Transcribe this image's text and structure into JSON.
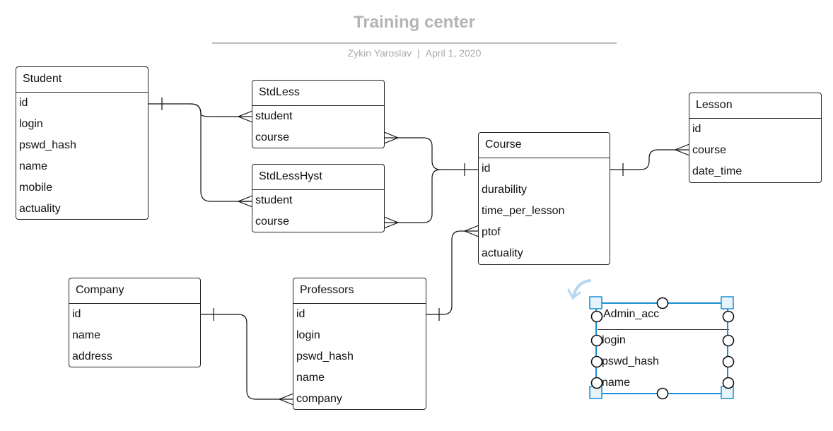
{
  "header": {
    "title": "Training center",
    "author": "Zykin Yaroslav",
    "separator": "|",
    "date": "April 1, 2020"
  },
  "entities": {
    "student": {
      "name": "Student",
      "fields": [
        "id",
        "login",
        "pswd_hash",
        "name",
        "mobile",
        "actuality"
      ]
    },
    "stdless": {
      "name": "StdLess",
      "fields": [
        "student",
        "course"
      ]
    },
    "stdlesshyst": {
      "name": "StdLessHyst",
      "fields": [
        "student",
        "course"
      ]
    },
    "course": {
      "name": "Course",
      "fields": [
        "id",
        "durability",
        "time_per_lesson",
        "ptof",
        "actuality"
      ]
    },
    "lesson": {
      "name": "Lesson",
      "fields": [
        "id",
        "course",
        "date_time"
      ]
    },
    "company": {
      "name": "Company",
      "fields": [
        "id",
        "name",
        "address"
      ]
    },
    "professors": {
      "name": "Professors",
      "fields": [
        "id",
        "login",
        "pswd_hash",
        "name",
        "company"
      ]
    },
    "admin_acc": {
      "name": "Admin_acc",
      "fields": [
        "login",
        "pswd_hash",
        "name"
      ]
    }
  },
  "relationships": [
    {
      "from": "Student.id",
      "to": "StdLess.student",
      "type": "one-to-many"
    },
    {
      "from": "Student.id",
      "to": "StdLessHyst.student",
      "type": "one-to-many"
    },
    {
      "from": "Course.id",
      "to": "StdLess.course",
      "type": "one-to-many"
    },
    {
      "from": "Course.id",
      "to": "StdLessHyst.course",
      "type": "one-to-many"
    },
    {
      "from": "Course.id",
      "to": "Lesson.course",
      "type": "one-to-many"
    },
    {
      "from": "Professors.id",
      "to": "Course.ptof",
      "type": "one-to-many"
    },
    {
      "from": "Company.id",
      "to": "Professors.company",
      "type": "one-to-many"
    }
  ],
  "selection": {
    "target": "Admin_acc",
    "color": "#1a8fd1",
    "handle_fill": "#e6f3fb"
  },
  "colors": {
    "line": "#111111",
    "title": "#b4b4b4",
    "subtitle": "#a9a9a9",
    "rotate_icon": "#b7d6f1"
  }
}
